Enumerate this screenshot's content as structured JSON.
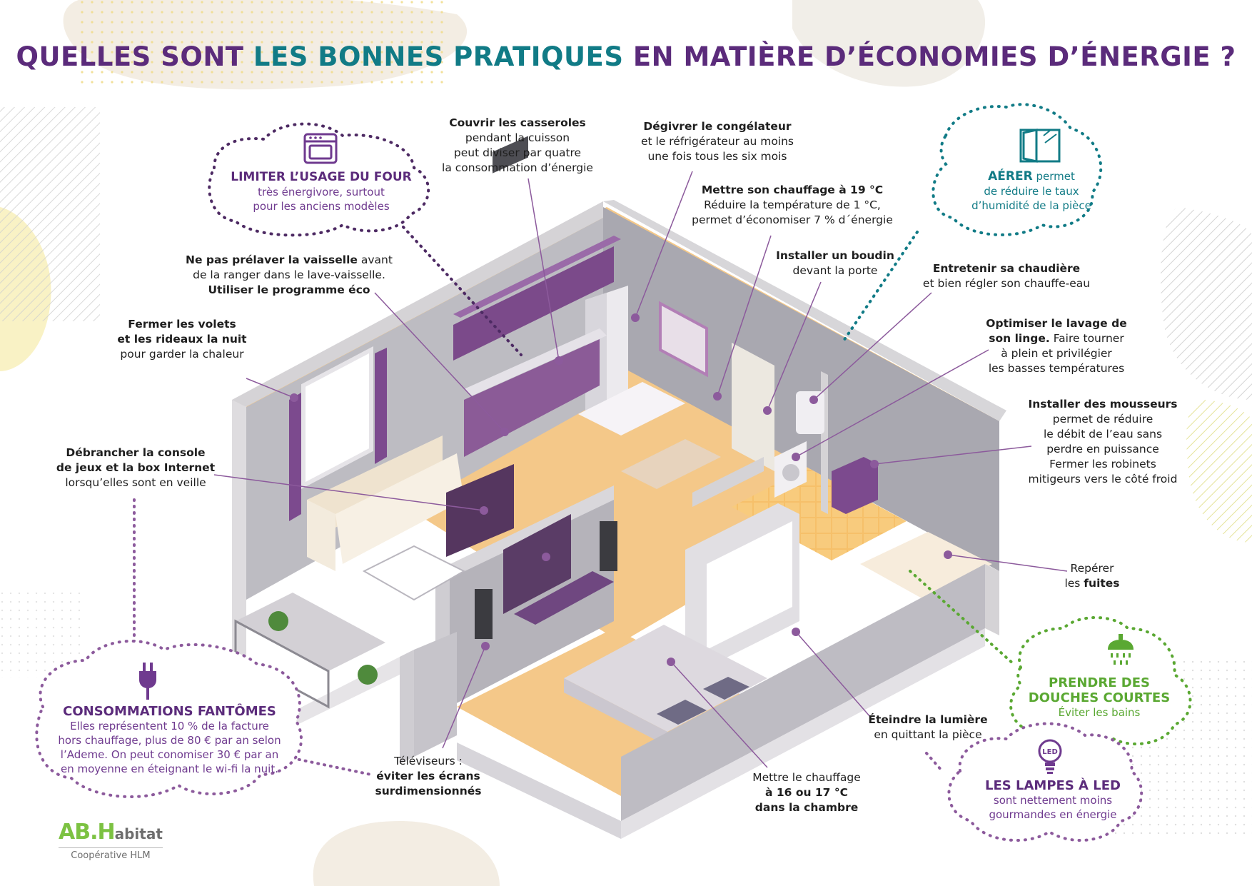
{
  "title": {
    "part1": "QUELLES SONT ",
    "part2": "LES BONNES PRATIQUES",
    "part3": " EN MATIÈRE D’ÉCONOMIES D’ÉNERGIE ?"
  },
  "colors": {
    "purple": "#5b2b7b",
    "teal": "#117b86",
    "green": "#7cc242"
  },
  "clouds": {
    "oven": {
      "icon": "oven-icon",
      "title": "LIMITER L’USAGE DU FOUR",
      "line1": "très énergivore, surtout",
      "line2": "pour les anciens modèles"
    },
    "aerate": {
      "icon": "window-icon",
      "title": "AÉRER",
      "title_rest": " permet",
      "line1": "de réduire le taux",
      "line2": "d’humidité de la pièce"
    },
    "phantom": {
      "icon": "plug-icon",
      "title": "CONSOMMATIONS FANTÔMES",
      "line1": "Elles représentent 10 % de la facture",
      "line2": "hors chauffage, plus de 80 € par an selon",
      "line3": "l’Ademe. On peut conomiser 30 € par an",
      "line4": "en moyenne en éteignant le wi-fi la nuit."
    },
    "shower": {
      "icon": "shower-icon",
      "title1": "PRENDRE DES",
      "title2": "DOUCHES COURTES",
      "line1": "Éviter les bains"
    },
    "led": {
      "icon": "led-bulb-icon",
      "badge": "LED",
      "title": "LES LAMPES À LED",
      "line1": "sont nettement moins",
      "line2": "gourmandes en énergie"
    }
  },
  "tips": {
    "pans": {
      "b1": "Couvrir les casseroles",
      "l2": "pendant la cuisson",
      "l3": "peut diviser par quatre",
      "l4": "la consommation d’énergie"
    },
    "freezer": {
      "b1": "Dégivrer le congélateur",
      "l2": "et le réfrigérateur au moins",
      "l3": "une fois tous les six mois"
    },
    "heating19": {
      "b1": "Mettre son chauffage à 19 °C",
      "l2": "Réduire la température de 1 °C,",
      "l3": "permet d’économiser 7 % d´énergie"
    },
    "dishes": {
      "b1": "Ne pas prélaver la vaisselle",
      "r1": " avant",
      "l2": "de la ranger dans le lave-vaisselle.",
      "b3": "Utiliser le programme éco"
    },
    "draught": {
      "b1": "Installer un boudin",
      "l2": "devant la porte"
    },
    "boiler": {
      "b1": "Entretenir sa chaudière",
      "l2": "et bien régler son chauffe-eau"
    },
    "shutters": {
      "b1": "Fermer les volets",
      "b2": "et les rideaux la nuit",
      "l3": "pour garder la chaleur"
    },
    "laundry": {
      "b1": "Optimiser le lavage de",
      "b2": "son linge.",
      "r2": " Faire tourner",
      "l3": "à plein et privilégier",
      "l4": "les basses températures"
    },
    "aerators": {
      "b1": "Installer des mousseurs",
      "l2": "permet de réduire",
      "l3": "le débit de l’eau sans",
      "l4": "perdre en puissance",
      "l5": "Fermer les robinets",
      "l6": "mitigeurs vers le côté froid"
    },
    "console": {
      "b1": "Débrancher la console",
      "b2": "de jeux et la box Internet",
      "l3": "lorsqu’elles sont en veille"
    },
    "leaks": {
      "l1": "Repérer",
      "l2": "les ",
      "b2": "fuites"
    },
    "light": {
      "b1": "Éteindre la lumière",
      "l2": "en quittant la pièce"
    },
    "tv": {
      "l1": "Téléviseurs :",
      "b2": "éviter les écrans",
      "b3": "surdimensionnés"
    },
    "bedroom": {
      "l1": "Mettre le chauffage",
      "b2": "à 16 ou 17 °C",
      "b3": "dans la chambre"
    }
  },
  "logo": {
    "brand": "AB.H",
    "brand_rest": "abitat",
    "subtitle": "Coopérative HLM"
  }
}
